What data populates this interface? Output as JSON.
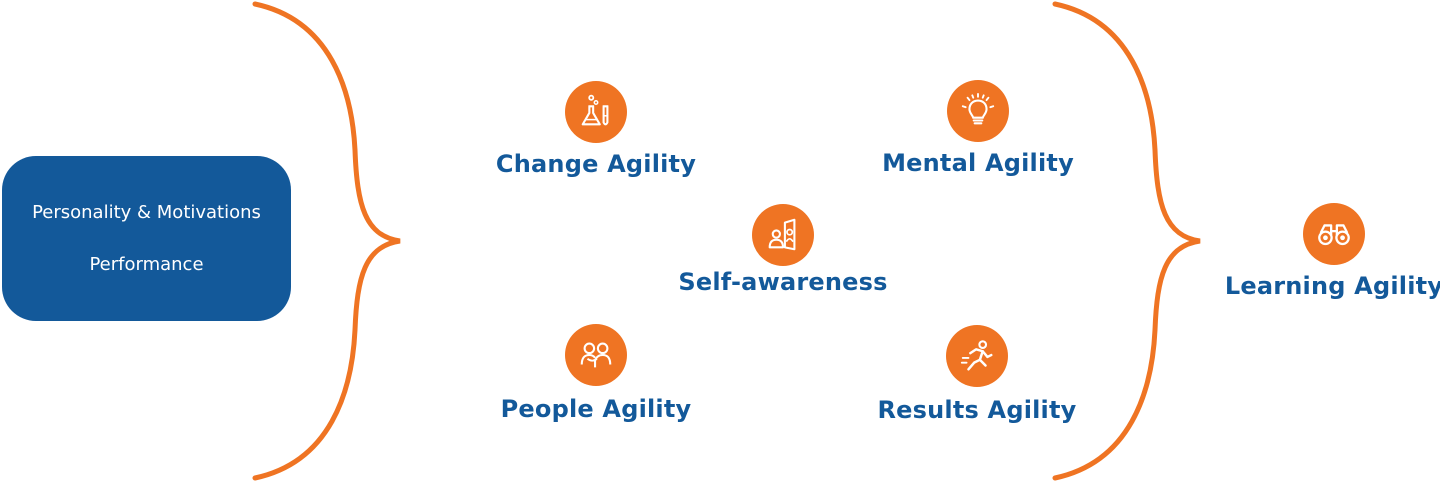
{
  "inputs": {
    "line1": "Personality & Motivations",
    "line2": "Performance"
  },
  "factors": {
    "change": {
      "label": "Change Agility",
      "icon": "flask-icon"
    },
    "mental": {
      "label": "Mental Agility",
      "icon": "lightbulb-icon"
    },
    "self": {
      "label": "Self-awareness",
      "icon": "mirror-icon"
    },
    "people": {
      "label": "People Agility",
      "icon": "people-icon"
    },
    "results": {
      "label": "Results Agility",
      "icon": "running-person-icon"
    }
  },
  "outcome": {
    "label": "Learning Agility",
    "icon": "binoculars-icon"
  },
  "colors": {
    "blue": "#13599a",
    "orange": "#ef7423",
    "white": "#ffffff"
  }
}
